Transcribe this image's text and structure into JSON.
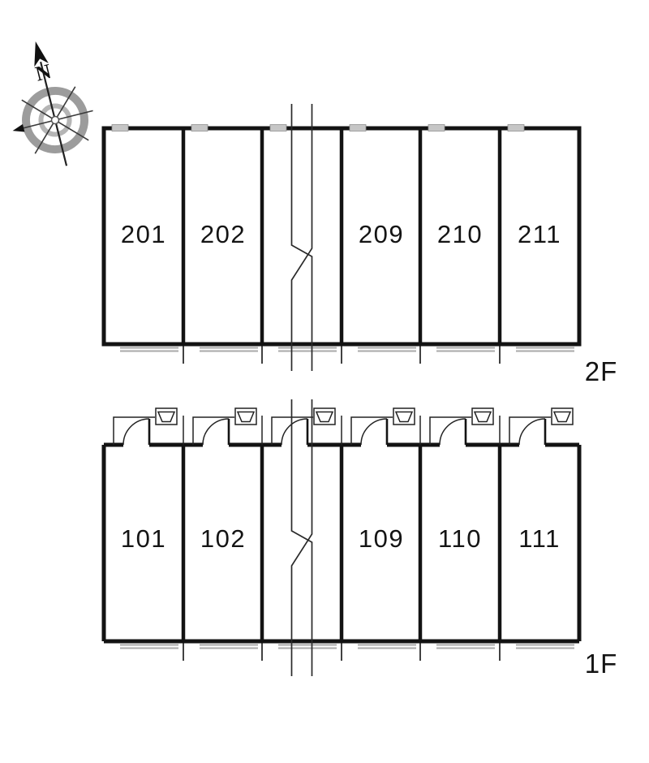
{
  "compass": {
    "north_label": "N"
  },
  "floors": [
    {
      "label": "2F",
      "units": [
        {
          "number": "201"
        },
        {
          "number": "202"
        },
        {
          "number": "209"
        },
        {
          "number": "210"
        },
        {
          "number": "211"
        }
      ]
    },
    {
      "label": "1F",
      "units": [
        {
          "number": "101"
        },
        {
          "number": "102"
        },
        {
          "number": "109"
        },
        {
          "number": "110"
        },
        {
          "number": "111"
        }
      ]
    }
  ],
  "colors": {
    "wall": "#131313",
    "window_gray": "#a9a9a9",
    "compass_gray": "#9c9c9c"
  }
}
